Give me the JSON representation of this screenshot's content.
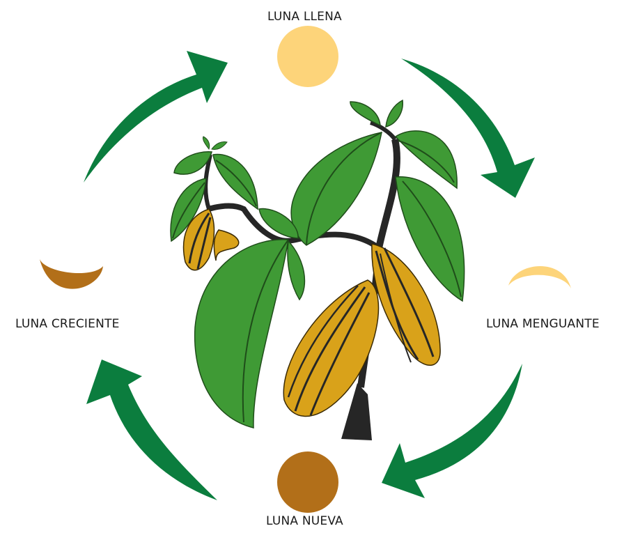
{
  "phases": {
    "full_moon": "LUNA LLENA",
    "waning_moon": "LUNA MENGUANTE",
    "new_moon": "LUNA NUEVA",
    "waxing_moon": "LUNA CRECIENTE"
  },
  "icons": {
    "center": "cacao-plant-icon",
    "arrows": "cycle-arrow-icon"
  },
  "colors": {
    "full_moon": "#fdd47a",
    "new_moon": "#b26f19",
    "arrow": "#0b7d3e",
    "leaf": "#3f9a35",
    "pod": "#d9a21a",
    "stem": "#262626"
  }
}
